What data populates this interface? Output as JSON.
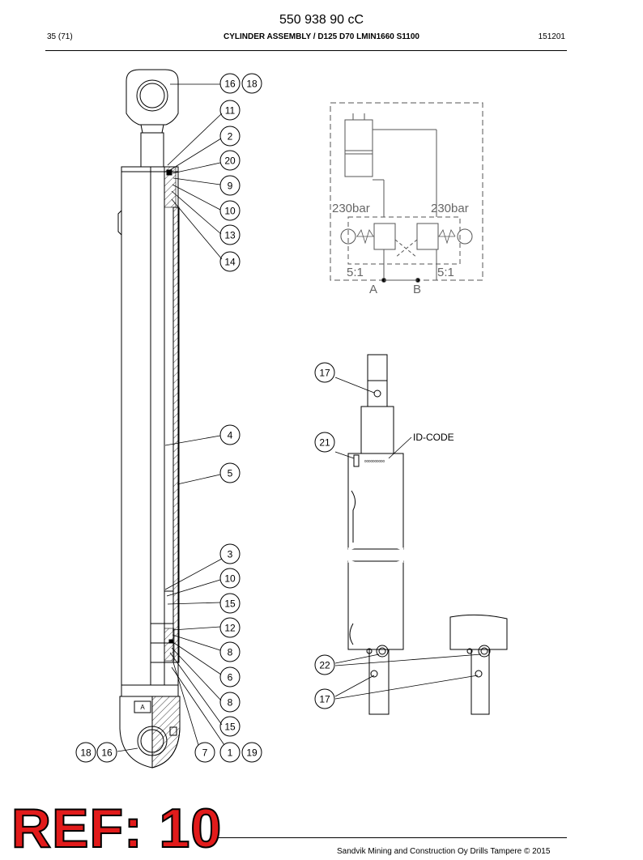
{
  "header": {
    "title": "550 938 90 cC",
    "page": "35 (71)",
    "assembly": "CYLINDER ASSEMBLY / D125 D70 LMIN1660 S1100",
    "code": "151201"
  },
  "callouts_left": [
    "16",
    "18",
    "11",
    "2",
    "20",
    "9",
    "10",
    "13",
    "14",
    "4",
    "5",
    "3",
    "10",
    "15",
    "12",
    "8",
    "6",
    "8",
    "15",
    "7",
    "1",
    "19",
    "18",
    "16"
  ],
  "hydraulic": {
    "pressure_a": "230bar",
    "pressure_b": "230bar",
    "ratio_a": "5:1",
    "ratio_b": "5:1",
    "port_a": "A",
    "port_b": "B"
  },
  "detail": {
    "id_label": "ID-CODE",
    "plate": "0000000000",
    "callouts": [
      "17",
      "21",
      "22",
      "17"
    ]
  },
  "ref_label": "REF: 10",
  "footer": "Sandvik Mining and Construction Oy Drills Tampere © 2015"
}
